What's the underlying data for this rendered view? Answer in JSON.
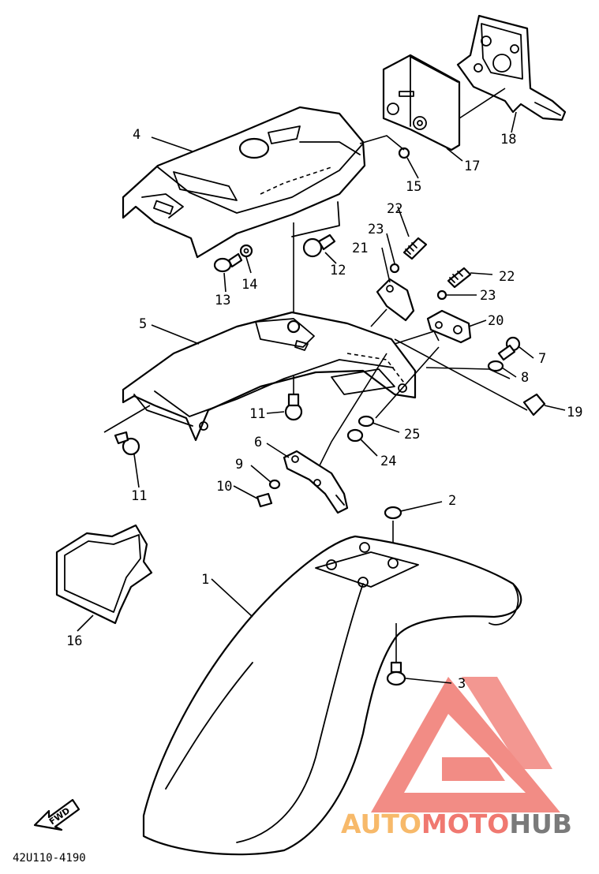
{
  "drawing_code": "42U110-4190",
  "fwd_label": "FWD",
  "watermark": {
    "brand_part1": "AUTO",
    "brand_part2": "MOTO",
    "brand_part3": "HUB",
    "color_orange": "#f7b96a",
    "color_red": "#f07870",
    "color_gray": "#7a7a7a"
  },
  "callouts": [
    "1",
    "2",
    "3",
    "4",
    "5",
    "6",
    "7",
    "8",
    "9",
    "10",
    "11",
    "11",
    "12",
    "13",
    "14",
    "15",
    "16",
    "17",
    "18",
    "19",
    "20",
    "21",
    "22",
    "22",
    "23",
    "23",
    "24",
    "25"
  ]
}
